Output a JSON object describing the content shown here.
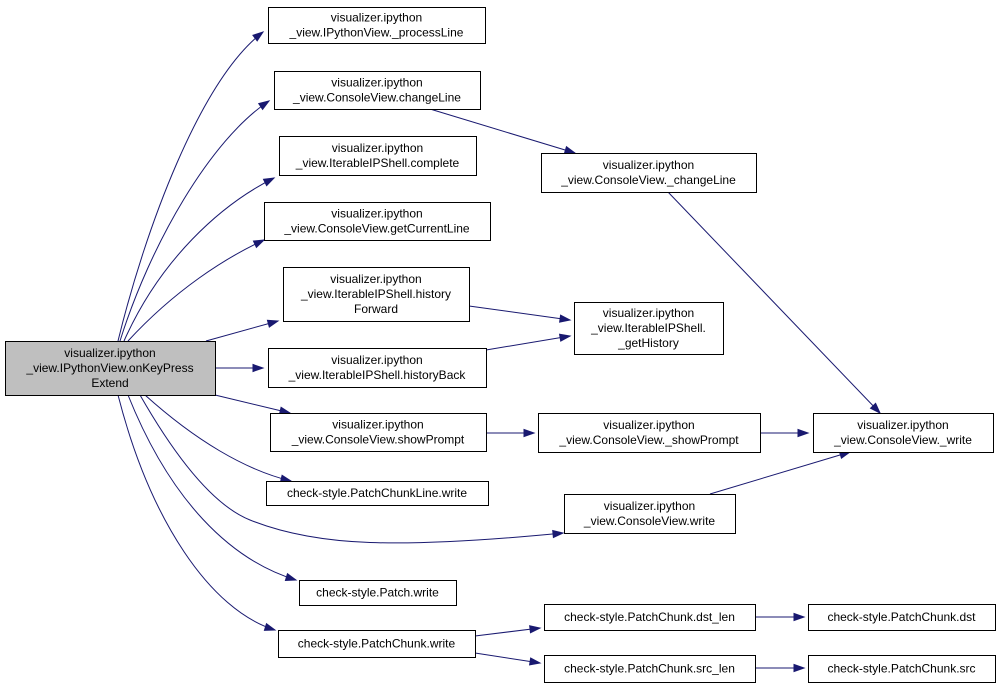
{
  "colors": {
    "edge": "#191970",
    "root_fill": "#bfbfbf",
    "node_fill": "#ffffff",
    "border": "#000000"
  },
  "nodes": [
    {
      "id": "onKeyPressExtend",
      "lines": [
        "visualizer.ipython",
        "_view.IPythonView.onKeyPress",
        "Extend"
      ]
    },
    {
      "id": "processLine",
      "lines": [
        "visualizer.ipython",
        "_view.IPythonView._processLine"
      ]
    },
    {
      "id": "changeLine",
      "lines": [
        "visualizer.ipython",
        "_view.ConsoleView.changeLine"
      ]
    },
    {
      "id": "complete",
      "lines": [
        "visualizer.ipython",
        "_view.IterableIPShell.complete"
      ]
    },
    {
      "id": "getCurrentLine",
      "lines": [
        "visualizer.ipython",
        "_view.ConsoleView.getCurrentLine"
      ]
    },
    {
      "id": "historyForward",
      "lines": [
        "visualizer.ipython",
        "_view.IterableIPShell.history",
        "Forward"
      ]
    },
    {
      "id": "historyBack",
      "lines": [
        "visualizer.ipython",
        "_view.IterableIPShell.historyBack"
      ]
    },
    {
      "id": "showPrompt",
      "lines": [
        "visualizer.ipython",
        "_view.ConsoleView.showPrompt"
      ]
    },
    {
      "id": "patchChunkLineWrite",
      "lines": [
        "check-style.PatchChunkLine.write"
      ]
    },
    {
      "id": "patchWrite",
      "lines": [
        "check-style.Patch.write"
      ]
    },
    {
      "id": "patchChunkWrite",
      "lines": [
        "check-style.PatchChunk.write"
      ]
    },
    {
      "id": "_changeLine",
      "lines": [
        "visualizer.ipython",
        "_view.ConsoleView._changeLine"
      ]
    },
    {
      "id": "_getHistory",
      "lines": [
        "visualizer.ipython",
        "_view.IterableIPShell.",
        "_getHistory"
      ]
    },
    {
      "id": "_showPrompt",
      "lines": [
        "visualizer.ipython",
        "_view.ConsoleView._showPrompt"
      ]
    },
    {
      "id": "consoleWrite",
      "lines": [
        "visualizer.ipython",
        "_view.ConsoleView.write"
      ]
    },
    {
      "id": "dstLen",
      "lines": [
        "check-style.PatchChunk.dst_len"
      ]
    },
    {
      "id": "srcLen",
      "lines": [
        "check-style.PatchChunk.src_len"
      ]
    },
    {
      "id": "_write",
      "lines": [
        "visualizer.ipython",
        "_view.ConsoleView._write"
      ]
    },
    {
      "id": "dst",
      "lines": [
        "check-style.PatchChunk.dst"
      ]
    },
    {
      "id": "src",
      "lines": [
        "check-style.PatchChunk.src"
      ]
    }
  ],
  "edges": [
    {
      "from": "onKeyPressExtend",
      "to": "processLine"
    },
    {
      "from": "onKeyPressExtend",
      "to": "changeLine"
    },
    {
      "from": "onKeyPressExtend",
      "to": "complete"
    },
    {
      "from": "onKeyPressExtend",
      "to": "getCurrentLine"
    },
    {
      "from": "onKeyPressExtend",
      "to": "historyForward"
    },
    {
      "from": "onKeyPressExtend",
      "to": "historyBack"
    },
    {
      "from": "onKeyPressExtend",
      "to": "showPrompt"
    },
    {
      "from": "onKeyPressExtend",
      "to": "patchChunkLineWrite"
    },
    {
      "from": "onKeyPressExtend",
      "to": "consoleWrite"
    },
    {
      "from": "onKeyPressExtend",
      "to": "patchWrite"
    },
    {
      "from": "onKeyPressExtend",
      "to": "patchChunkWrite"
    },
    {
      "from": "changeLine",
      "to": "_changeLine"
    },
    {
      "from": "_changeLine",
      "to": "_write"
    },
    {
      "from": "historyForward",
      "to": "_getHistory"
    },
    {
      "from": "historyBack",
      "to": "_getHistory"
    },
    {
      "from": "showPrompt",
      "to": "_showPrompt"
    },
    {
      "from": "_showPrompt",
      "to": "_write"
    },
    {
      "from": "consoleWrite",
      "to": "_write"
    },
    {
      "from": "patchChunkWrite",
      "to": "dstLen"
    },
    {
      "from": "patchChunkWrite",
      "to": "srcLen"
    },
    {
      "from": "dstLen",
      "to": "dst"
    },
    {
      "from": "srcLen",
      "to": "src"
    }
  ]
}
